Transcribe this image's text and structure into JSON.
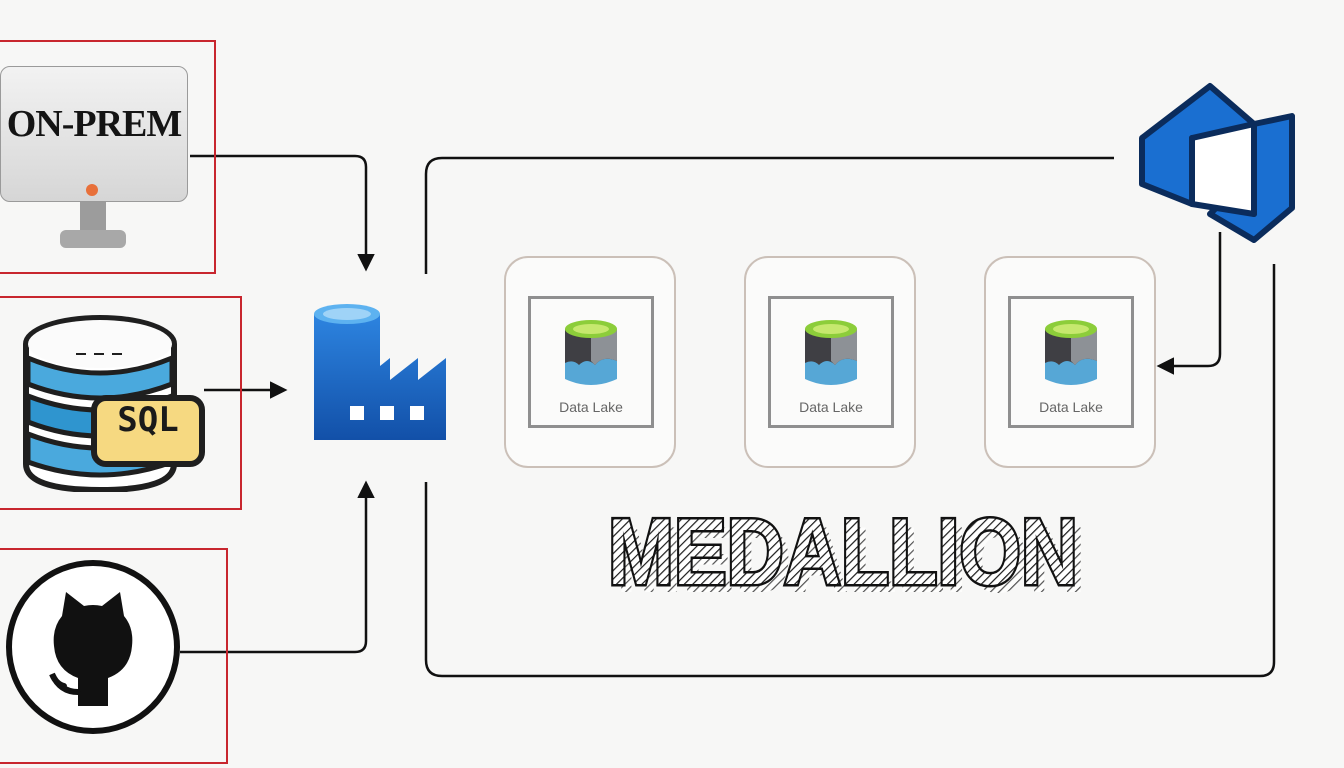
{
  "sources": {
    "onprem": {
      "label": "ON-PREM",
      "icon": "monitor-icon"
    },
    "sql": {
      "label": "SQL",
      "icon": "database-icon"
    },
    "github": {
      "icon": "github-icon"
    }
  },
  "pipeline": {
    "icon": "data-factory-icon"
  },
  "devops": {
    "icon": "azure-devops-icon"
  },
  "lakes": [
    {
      "label": "Data Lake"
    },
    {
      "label": "Data Lake"
    },
    {
      "label": "Data Lake"
    }
  ],
  "title": "MEDALLION",
  "colors": {
    "source_border": "#c8262e",
    "azure_blue": "#1a6fd1",
    "lake_green": "#8ccd3a"
  }
}
